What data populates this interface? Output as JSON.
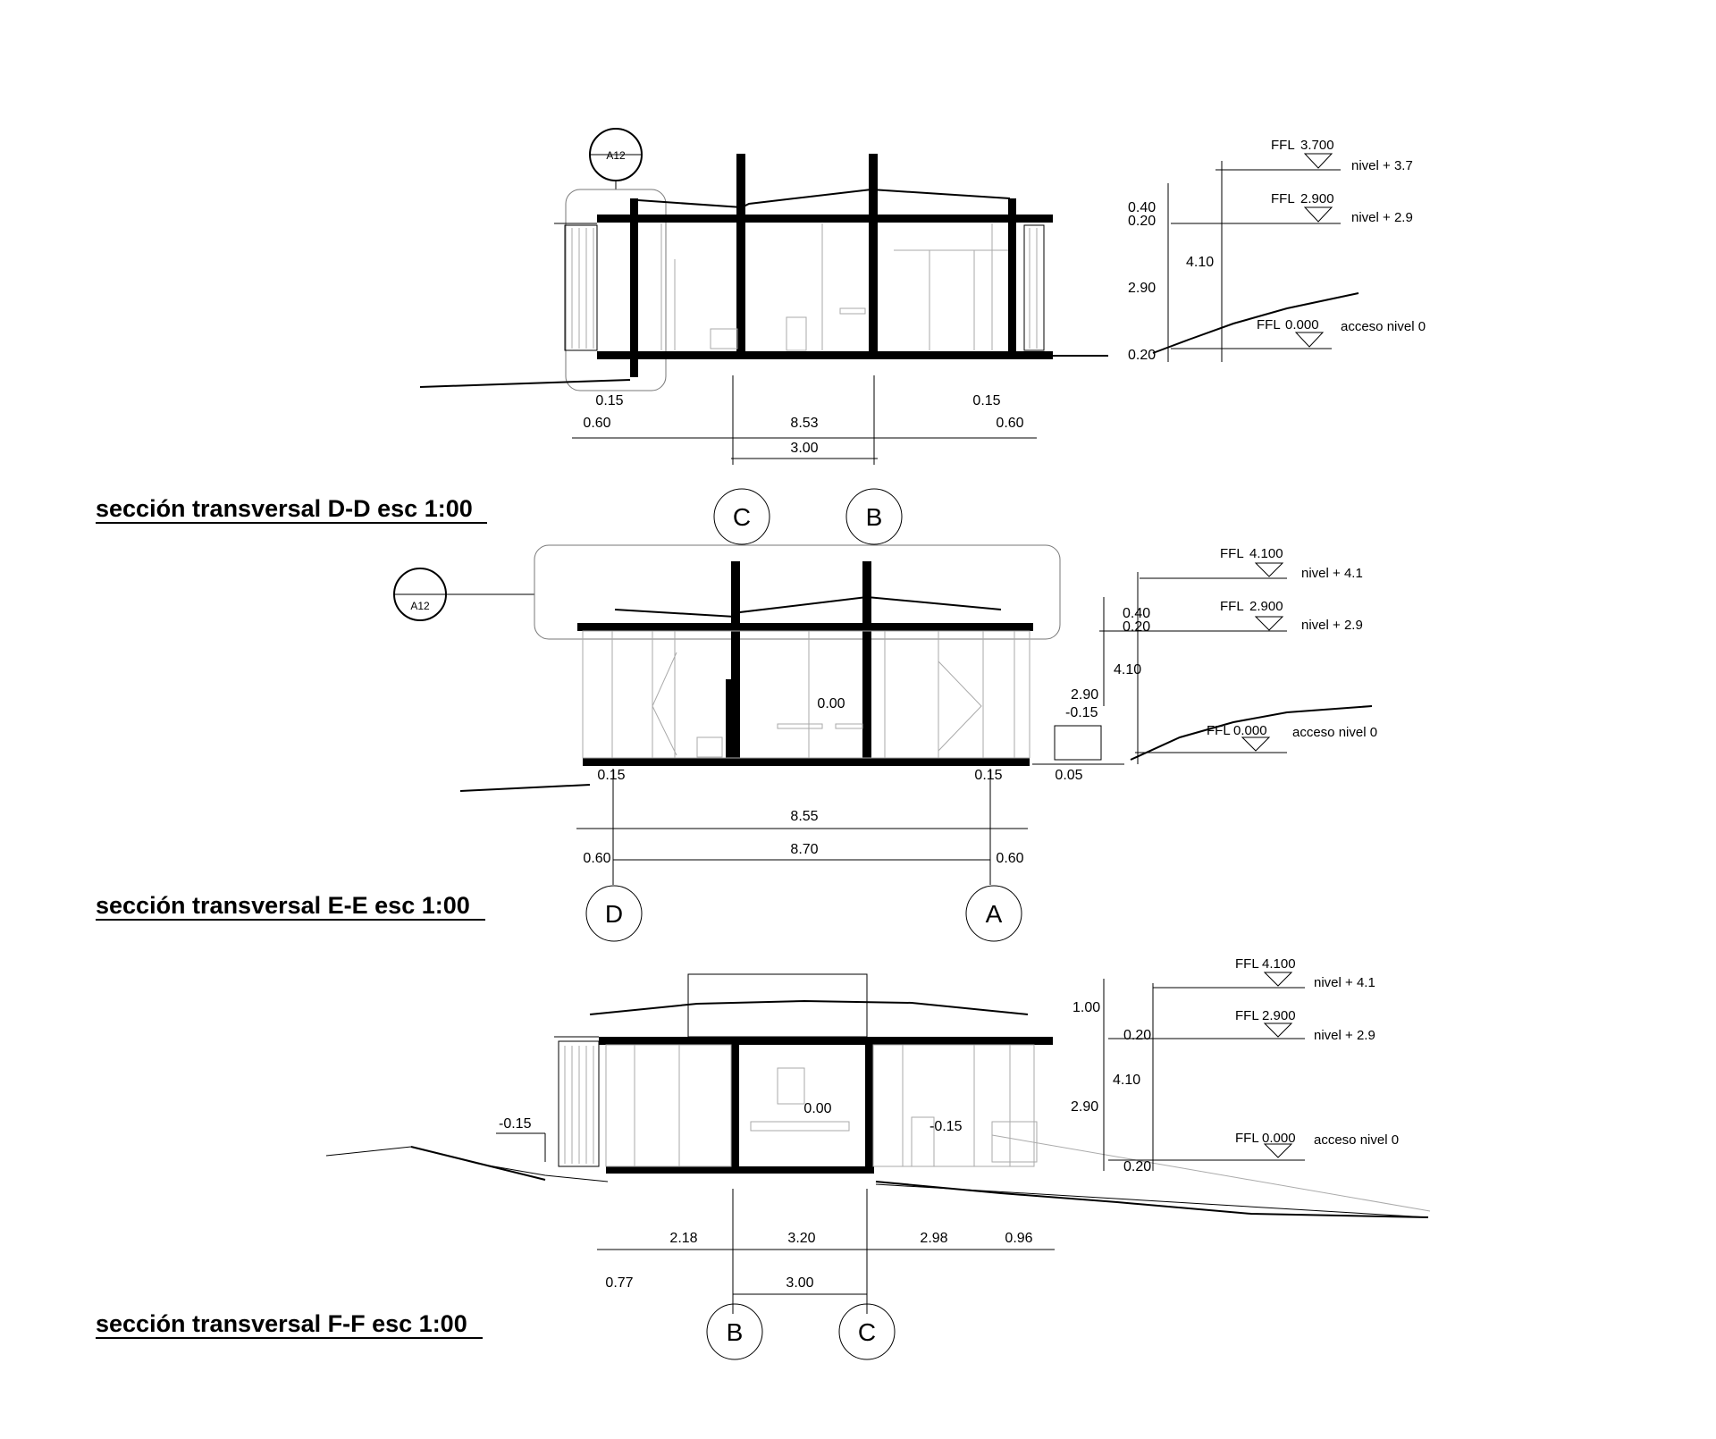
{
  "sections": [
    {
      "title": "sección transversal D-D esc 1:00",
      "tag": "A12",
      "axes": [
        "C",
        "B"
      ],
      "levels": [
        {
          "ffl": "FFL",
          "value": "3.700",
          "nivel": "nivel + 3.7"
        },
        {
          "ffl": "FFL",
          "value": "2.900",
          "nivel": "nivel + 2.9"
        },
        {
          "ffl": "FFL",
          "value": "0.000",
          "nivel": "acceso nivel 0"
        }
      ],
      "vdims": [
        "0.40",
        "0.20",
        "2.90",
        "4.10",
        "0.20"
      ],
      "hdims": [
        "0.15",
        "0.15",
        "0.60",
        "8.53",
        "0.60",
        "3.00"
      ]
    },
    {
      "title": "sección transversal E-E esc 1:00",
      "tag": "A12",
      "axes": [
        "D",
        "A"
      ],
      "levels": [
        {
          "ffl": "FFL",
          "value": "4.100",
          "nivel": "nivel + 4.1"
        },
        {
          "ffl": "FFL",
          "value": "2.900",
          "nivel": "nivel + 2.9"
        },
        {
          "ffl": "FFL",
          "value": "0.000",
          "nivel": "acceso nivel 0"
        }
      ],
      "vdims": [
        "0.40",
        "0.20",
        "4.10",
        "2.90",
        "-0.15"
      ],
      "inner": [
        "0.00"
      ],
      "hdims": [
        "0.15",
        "0.15",
        "0.05",
        "8.55",
        "0.60",
        "8.70",
        "0.60"
      ]
    },
    {
      "title": "sección transversal F-F esc 1:00",
      "axes": [
        "B",
        "C"
      ],
      "levels": [
        {
          "ffl": "FFL",
          "value": "4.100",
          "nivel": "nivel + 4.1"
        },
        {
          "ffl": "FFL",
          "value": "2.900",
          "nivel": "nivel + 2.9"
        },
        {
          "ffl": "FFL",
          "value": "0.000",
          "nivel": "acceso nivel 0"
        }
      ],
      "vdims": [
        "1.00",
        "0.20",
        "4.10",
        "2.90",
        "0.20"
      ],
      "inner": [
        "0.00",
        "-0.15",
        "-0.15"
      ],
      "hdims": [
        "2.18",
        "3.20",
        "2.98",
        "0.96",
        "0.77",
        "3.00"
      ]
    }
  ]
}
